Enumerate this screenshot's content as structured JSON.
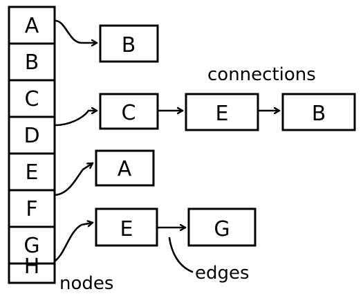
{
  "diagram": {
    "nodes": [
      "A",
      "B",
      "C",
      "D",
      "E",
      "F",
      "G",
      "H"
    ],
    "adjacency": [
      {
        "node": "A",
        "list": [
          "B"
        ]
      },
      {
        "node": "D",
        "list": [
          "C",
          "E",
          "B"
        ]
      },
      {
        "node": "F",
        "list": [
          "A"
        ]
      },
      {
        "node": "H",
        "list": [
          "E",
          "G"
        ]
      }
    ],
    "annotations": {
      "nodes": "nodes",
      "connections": "connections",
      "edges": "edges"
    }
  }
}
